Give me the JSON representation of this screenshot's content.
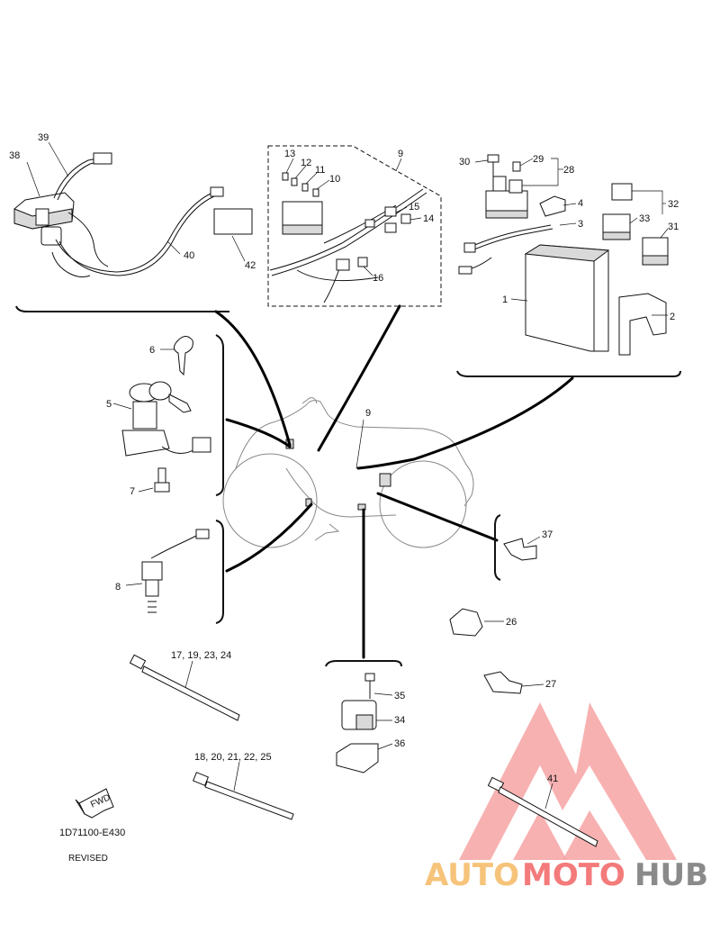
{
  "diagram": {
    "code": "1D71100-E430",
    "status": "REVISED",
    "fwd_label": "FWD"
  },
  "callouts": {
    "p1": "1",
    "p2": "2",
    "p3": "3",
    "p4": "4",
    "p5": "5",
    "p6": "6",
    "p7": "7",
    "p8": "8",
    "p9a": "9",
    "p9b": "9",
    "p10": "10",
    "p11": "11",
    "p12": "12",
    "p13": "13",
    "p14": "14",
    "p15": "15",
    "p16": "16",
    "p17": "17, 19, 23, 24",
    "p18": "18, 20, 21, 22, 25",
    "p26": "26",
    "p27": "27",
    "p28": "28",
    "p29": "29",
    "p30": "30",
    "p31": "31",
    "p32": "32",
    "p33": "33",
    "p34": "34",
    "p35": "35",
    "p36": "36",
    "p37": "37",
    "p38": "38",
    "p39": "39",
    "p40": "40",
    "p41": "41",
    "p42": "42"
  },
  "watermark": {
    "text_auto": "AUTO",
    "text_moto": "MOTO",
    "text_hub": "HUB",
    "color_primary": "#f47b7b",
    "color_secondary": "#f6c37a",
    "color_dark": "#8a8a8a"
  }
}
